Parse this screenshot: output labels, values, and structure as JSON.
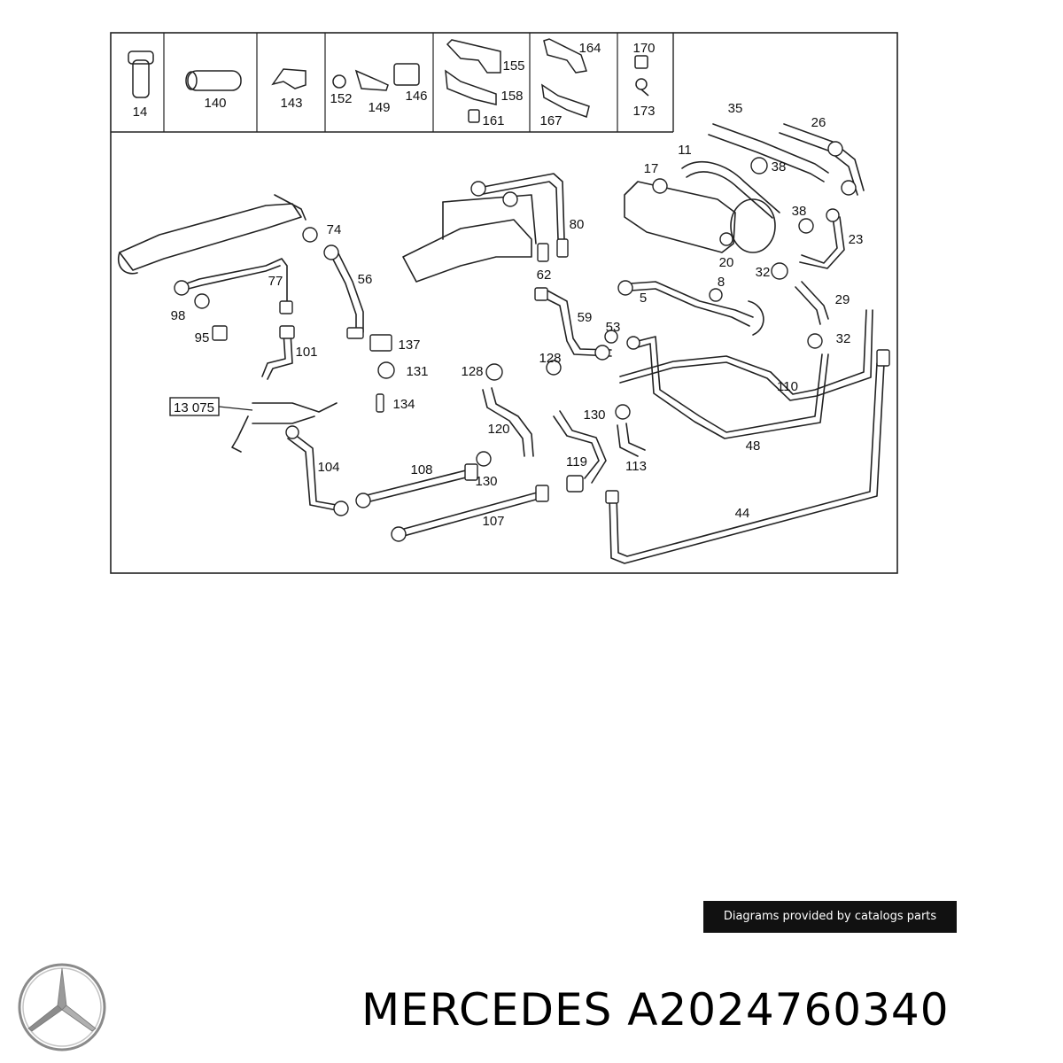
{
  "header_parts": [
    {
      "labels": [
        "14"
      ]
    },
    {
      "labels": [
        "140"
      ]
    },
    {
      "labels": [
        "143"
      ]
    },
    {
      "labels": [
        "152",
        "149",
        "146"
      ]
    },
    {
      "labels": [
        "155",
        "158",
        "161"
      ]
    },
    {
      "labels": [
        "164",
        "167"
      ]
    },
    {
      "labels": [
        "170",
        "173"
      ]
    }
  ],
  "callouts": [
    "35",
    "26",
    "11",
    "17",
    "38",
    "38",
    "23",
    "20",
    "32",
    "8",
    "5",
    "29",
    "32",
    "74",
    "56",
    "80",
    "62",
    "77",
    "98",
    "95",
    "101",
    "137",
    "131",
    "134",
    "59",
    "53",
    "128",
    "128",
    "110",
    "120",
    "130",
    "113",
    "48",
    "119",
    "104",
    "108",
    "130",
    "107",
    "44"
  ],
  "ref_box": "13 075",
  "watermark": "Diagrams provided by catalogs parts",
  "brand": {
    "name": "MERCEDES",
    "part_number": "A2024760340",
    "logo": "mercedes-star-icon"
  }
}
